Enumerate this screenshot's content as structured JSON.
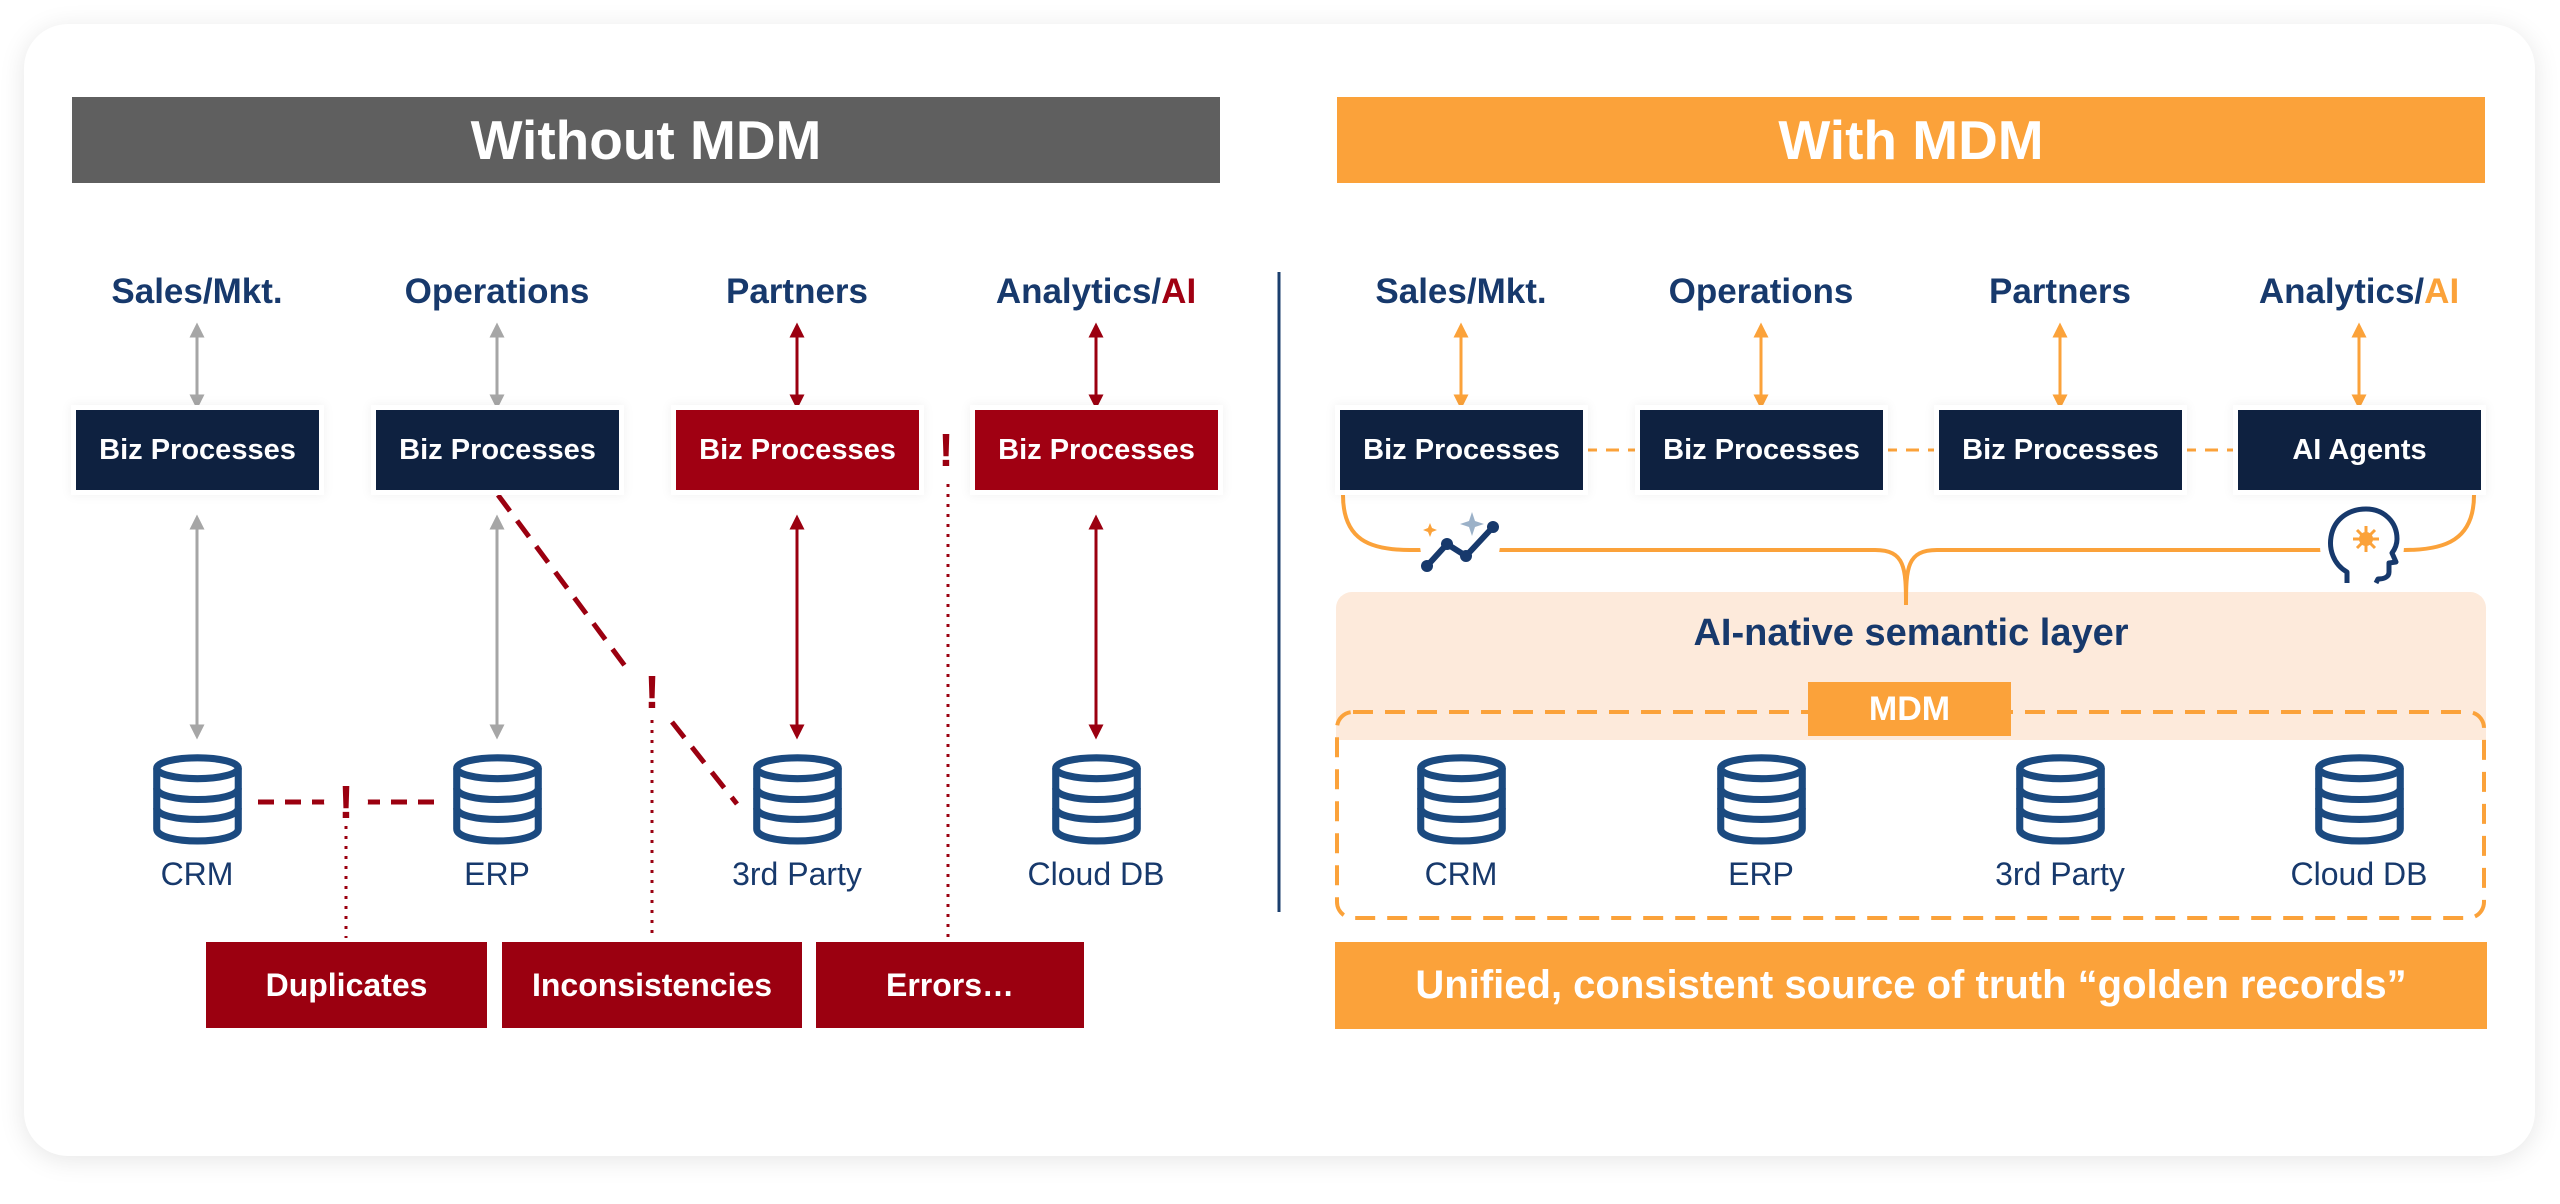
{
  "left": {
    "header": "Without MDM",
    "columns": [
      {
        "label": "Sales/Mkt.",
        "process": "Biz Processes",
        "db": "CRM"
      },
      {
        "label": "Operations",
        "process": "Biz Processes",
        "db": "ERP"
      },
      {
        "label": "Partners",
        "process": "Biz Processes",
        "db": "3rd Party"
      },
      {
        "label": "Analytics/",
        "label_accent": "AI",
        "process": "Biz Processes",
        "db": "Cloud DB"
      }
    ],
    "warning_symbol": "!",
    "issues": [
      "Duplicates",
      "Inconsistencies",
      "Errors…"
    ]
  },
  "right": {
    "header": "With MDM",
    "columns": [
      {
        "label": "Sales/Mkt.",
        "process": "Biz Processes",
        "db": "CRM"
      },
      {
        "label": "Operations",
        "process": "Biz Processes",
        "db": "ERP"
      },
      {
        "label": "Partners",
        "process": "Biz Processes",
        "db": "3rd Party"
      },
      {
        "label": "Analytics/",
        "label_accent": "AI",
        "process": "AI Agents",
        "db": "Cloud DB"
      }
    ],
    "semantic_layer": "AI-native semantic layer",
    "mdm_tag": "MDM",
    "footer": "Unified, consistent source of truth “golden records”"
  },
  "icons": {
    "database": "database-icon",
    "analytics": "trend-sparkle-icon",
    "ai": "ai-head-icon",
    "warning": "exclamation-icon"
  },
  "colors": {
    "navy": "#0e2140",
    "text_navy": "#17396c",
    "red": "#a00012",
    "orange": "#fba23a",
    "gray_header": "#5f5f5f",
    "semantic_bg": "#fdeadb"
  }
}
